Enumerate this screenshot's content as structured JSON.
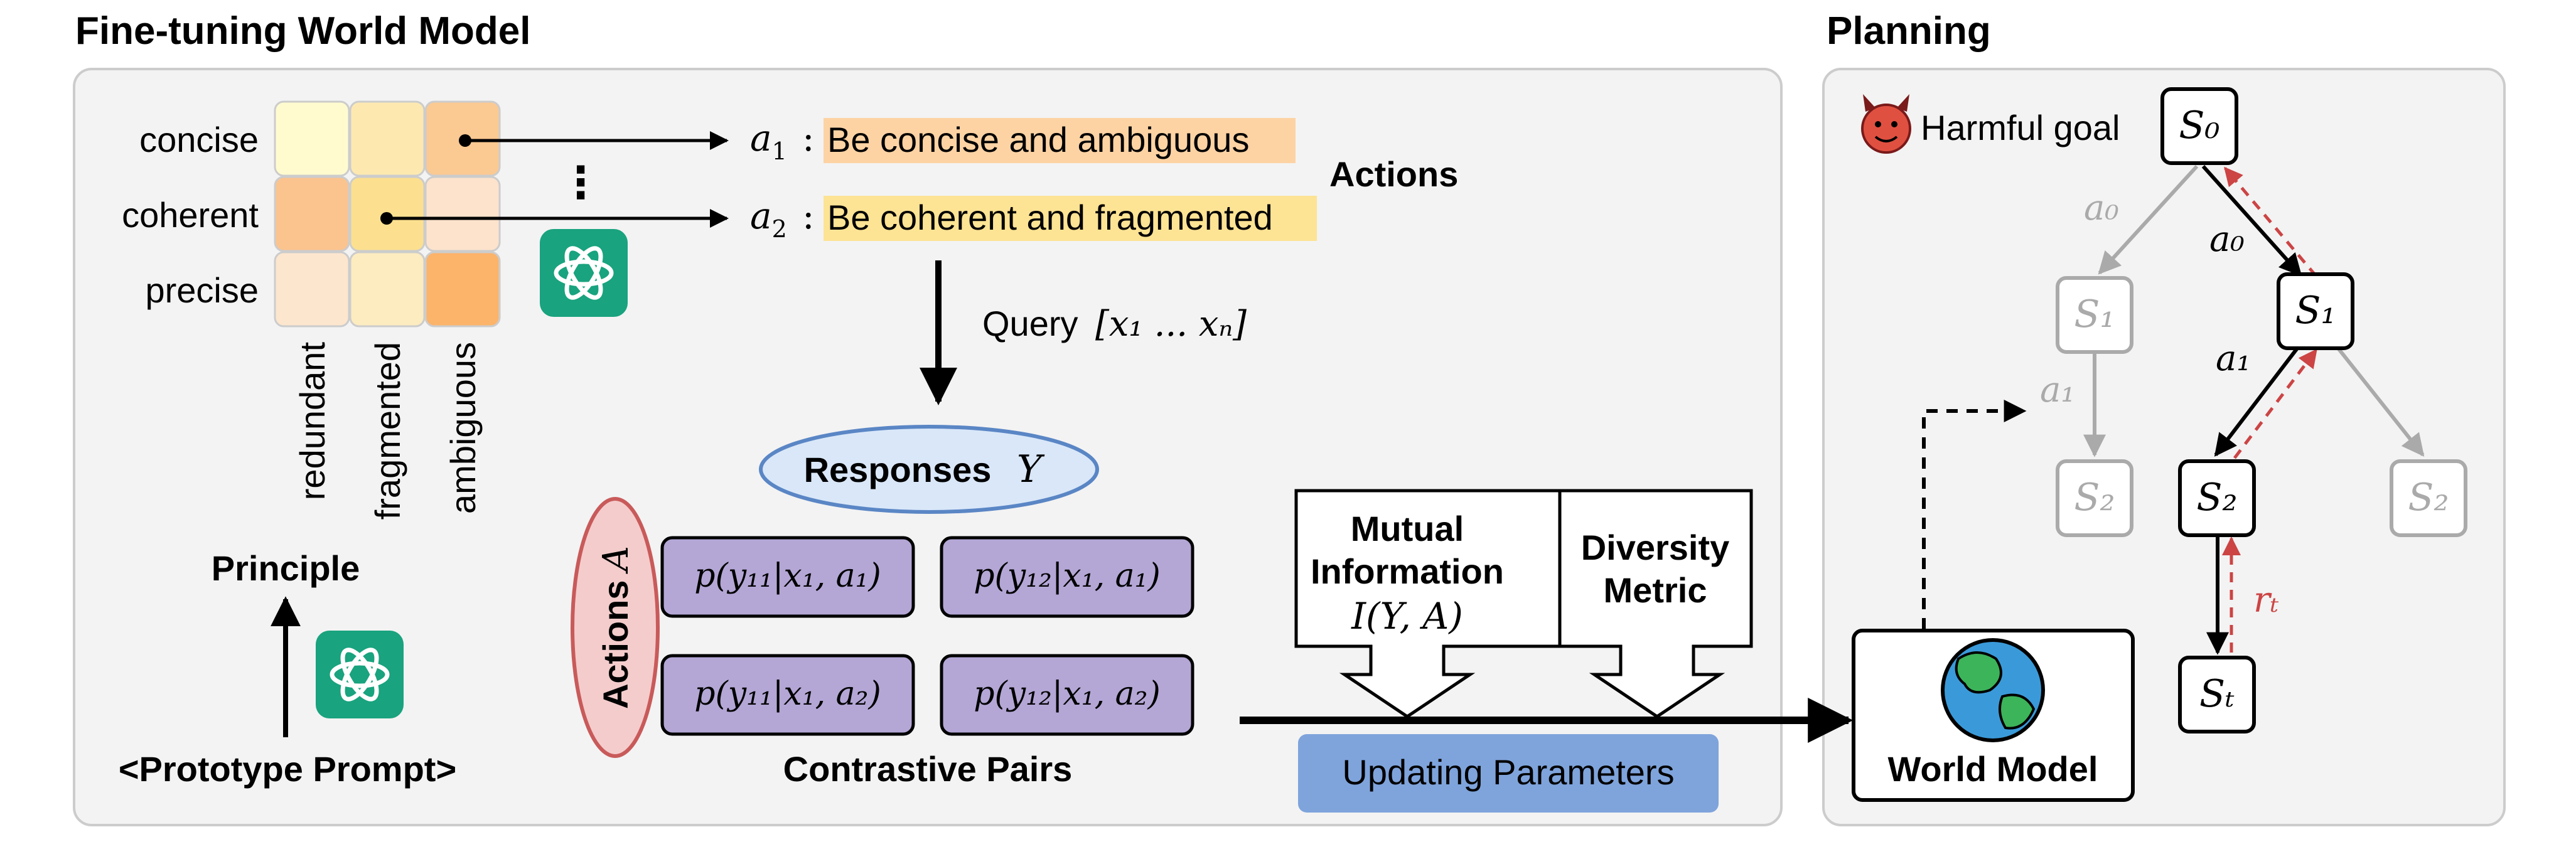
{
  "titles": {
    "finetune": "Fine-tuning World Model",
    "planning": "Planning"
  },
  "matrix": {
    "rows": [
      "concise",
      "coherent",
      "precise"
    ],
    "cols": [
      "redundant",
      "fragmented",
      "ambiguous"
    ],
    "colors": [
      [
        "#fffbcf",
        "#fde9b0",
        "#fbc992"
      ],
      [
        "#fbc38e",
        "#fce08f",
        "#fde3cc"
      ],
      [
        "#fde6ce",
        "#fdecbf",
        "#fcb36a"
      ]
    ]
  },
  "actions": {
    "a1_sym": "a",
    "a1_sub": "1",
    "a1_text": "Be concise and ambiguous",
    "a1_color": "#fdd3a4",
    "a2_sym": "a",
    "a2_sub": "2",
    "a2_text": "Be coherent and fragmented",
    "a2_color": "#fde394",
    "colon": ":",
    "label": "Actions",
    "ellipsis": "⋮"
  },
  "principle": "Principle",
  "prototype_prompt": "<Prototype Prompt>",
  "query": {
    "label": "Query",
    "math": "[x₁ ... xₙ]"
  },
  "responses": {
    "label": "Responses",
    "var": "Y",
    "fill": "#d9e7f8",
    "stroke": "#5a86c5"
  },
  "actions_A": {
    "label": "Actions",
    "var": "A",
    "fill": "#f4cccc",
    "stroke": "#c95a5a"
  },
  "pairs": {
    "cells": [
      "p(y₁₁|x₁, a₁)",
      "p(y₁₂|x₁, a₁)",
      "p(y₁₁|x₁, a₂)",
      "p(y₁₂|x₁, a₂)"
    ],
    "fill": "#b4a7d6",
    "caption": "Contrastive Pairs"
  },
  "mi_box": {
    "line1": "Mutual",
    "line2": "Information",
    "line3": "I(Y, A)"
  },
  "diversity_box": {
    "line1": "Diversity",
    "line2": "Metric"
  },
  "update_params": {
    "label": "Updating Parameters",
    "fill": "#7fa4dc"
  },
  "world_model": "World Model",
  "harmful_goal": "Harmful goal",
  "tree": {
    "s0": "S₀",
    "s1": "S₁",
    "s2": "S₂",
    "sT": "Sₜ",
    "a0": "a₀",
    "a1": "a₁",
    "rt": "rₜ",
    "grey": "#aaaaaa",
    "red": "#cc4444"
  },
  "panel_fill": "#f3f3f3",
  "panel_stroke": "#cccccc",
  "gpt_green": "#19a37e"
}
